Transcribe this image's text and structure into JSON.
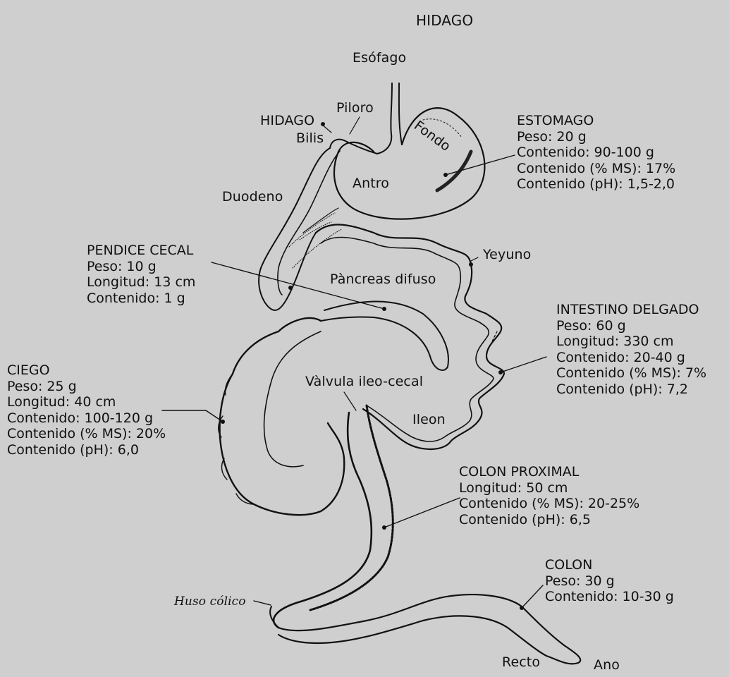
{
  "header": {
    "title": "HIDAGO"
  },
  "labels": {
    "esofago": "Esófago",
    "piloro": "Piloro",
    "hidago": "HIDAGO",
    "bilis": "Bilis",
    "fondo": "Fondo",
    "antro": "Antro",
    "duodeno": "Duodeno",
    "yeyuno": "Yeyuno",
    "pancreas": "Pàncreas difuso",
    "valvula": "Vàlvula ileo-cecal",
    "ileon": "Ileon",
    "huso": "Huso cólico",
    "recto": "Recto",
    "ano": "Ano"
  },
  "blocks": {
    "estomago": [
      "ESTOMAGO",
      "Peso: 20 g",
      "Contenido: 90-100 g",
      "Contenido (% MS): 17%",
      "Contenido (pH): 1,5-2,0"
    ],
    "apendice": [
      "PENDICE CECAL",
      "Peso: 10 g",
      "Longitud: 13 cm",
      "Contenido: 1 g"
    ],
    "intestino": [
      "INTESTINO DELGADO",
      "Peso: 60 g",
      "Longitud: 330 cm",
      "Contenido: 20-40 g",
      "Contenido (% MS): 7%",
      "Contenido (pH): 7,2"
    ],
    "ciego": [
      "CIEGO",
      "Peso: 25 g",
      "Longitud: 40 cm",
      "Contenido: 100-120 g",
      "Contenido (% MS): 20%",
      "Contenido (pH): 6,0"
    ],
    "colon_proximal": [
      "COLON PROXIMAL",
      "Longitud: 50 cm",
      "Contenido (% MS): 20-25%",
      "Contenido (pH): 6,5"
    ],
    "colon": [
      "COLON",
      "Peso: 30 g",
      "Contenido: 10-30 g"
    ]
  }
}
